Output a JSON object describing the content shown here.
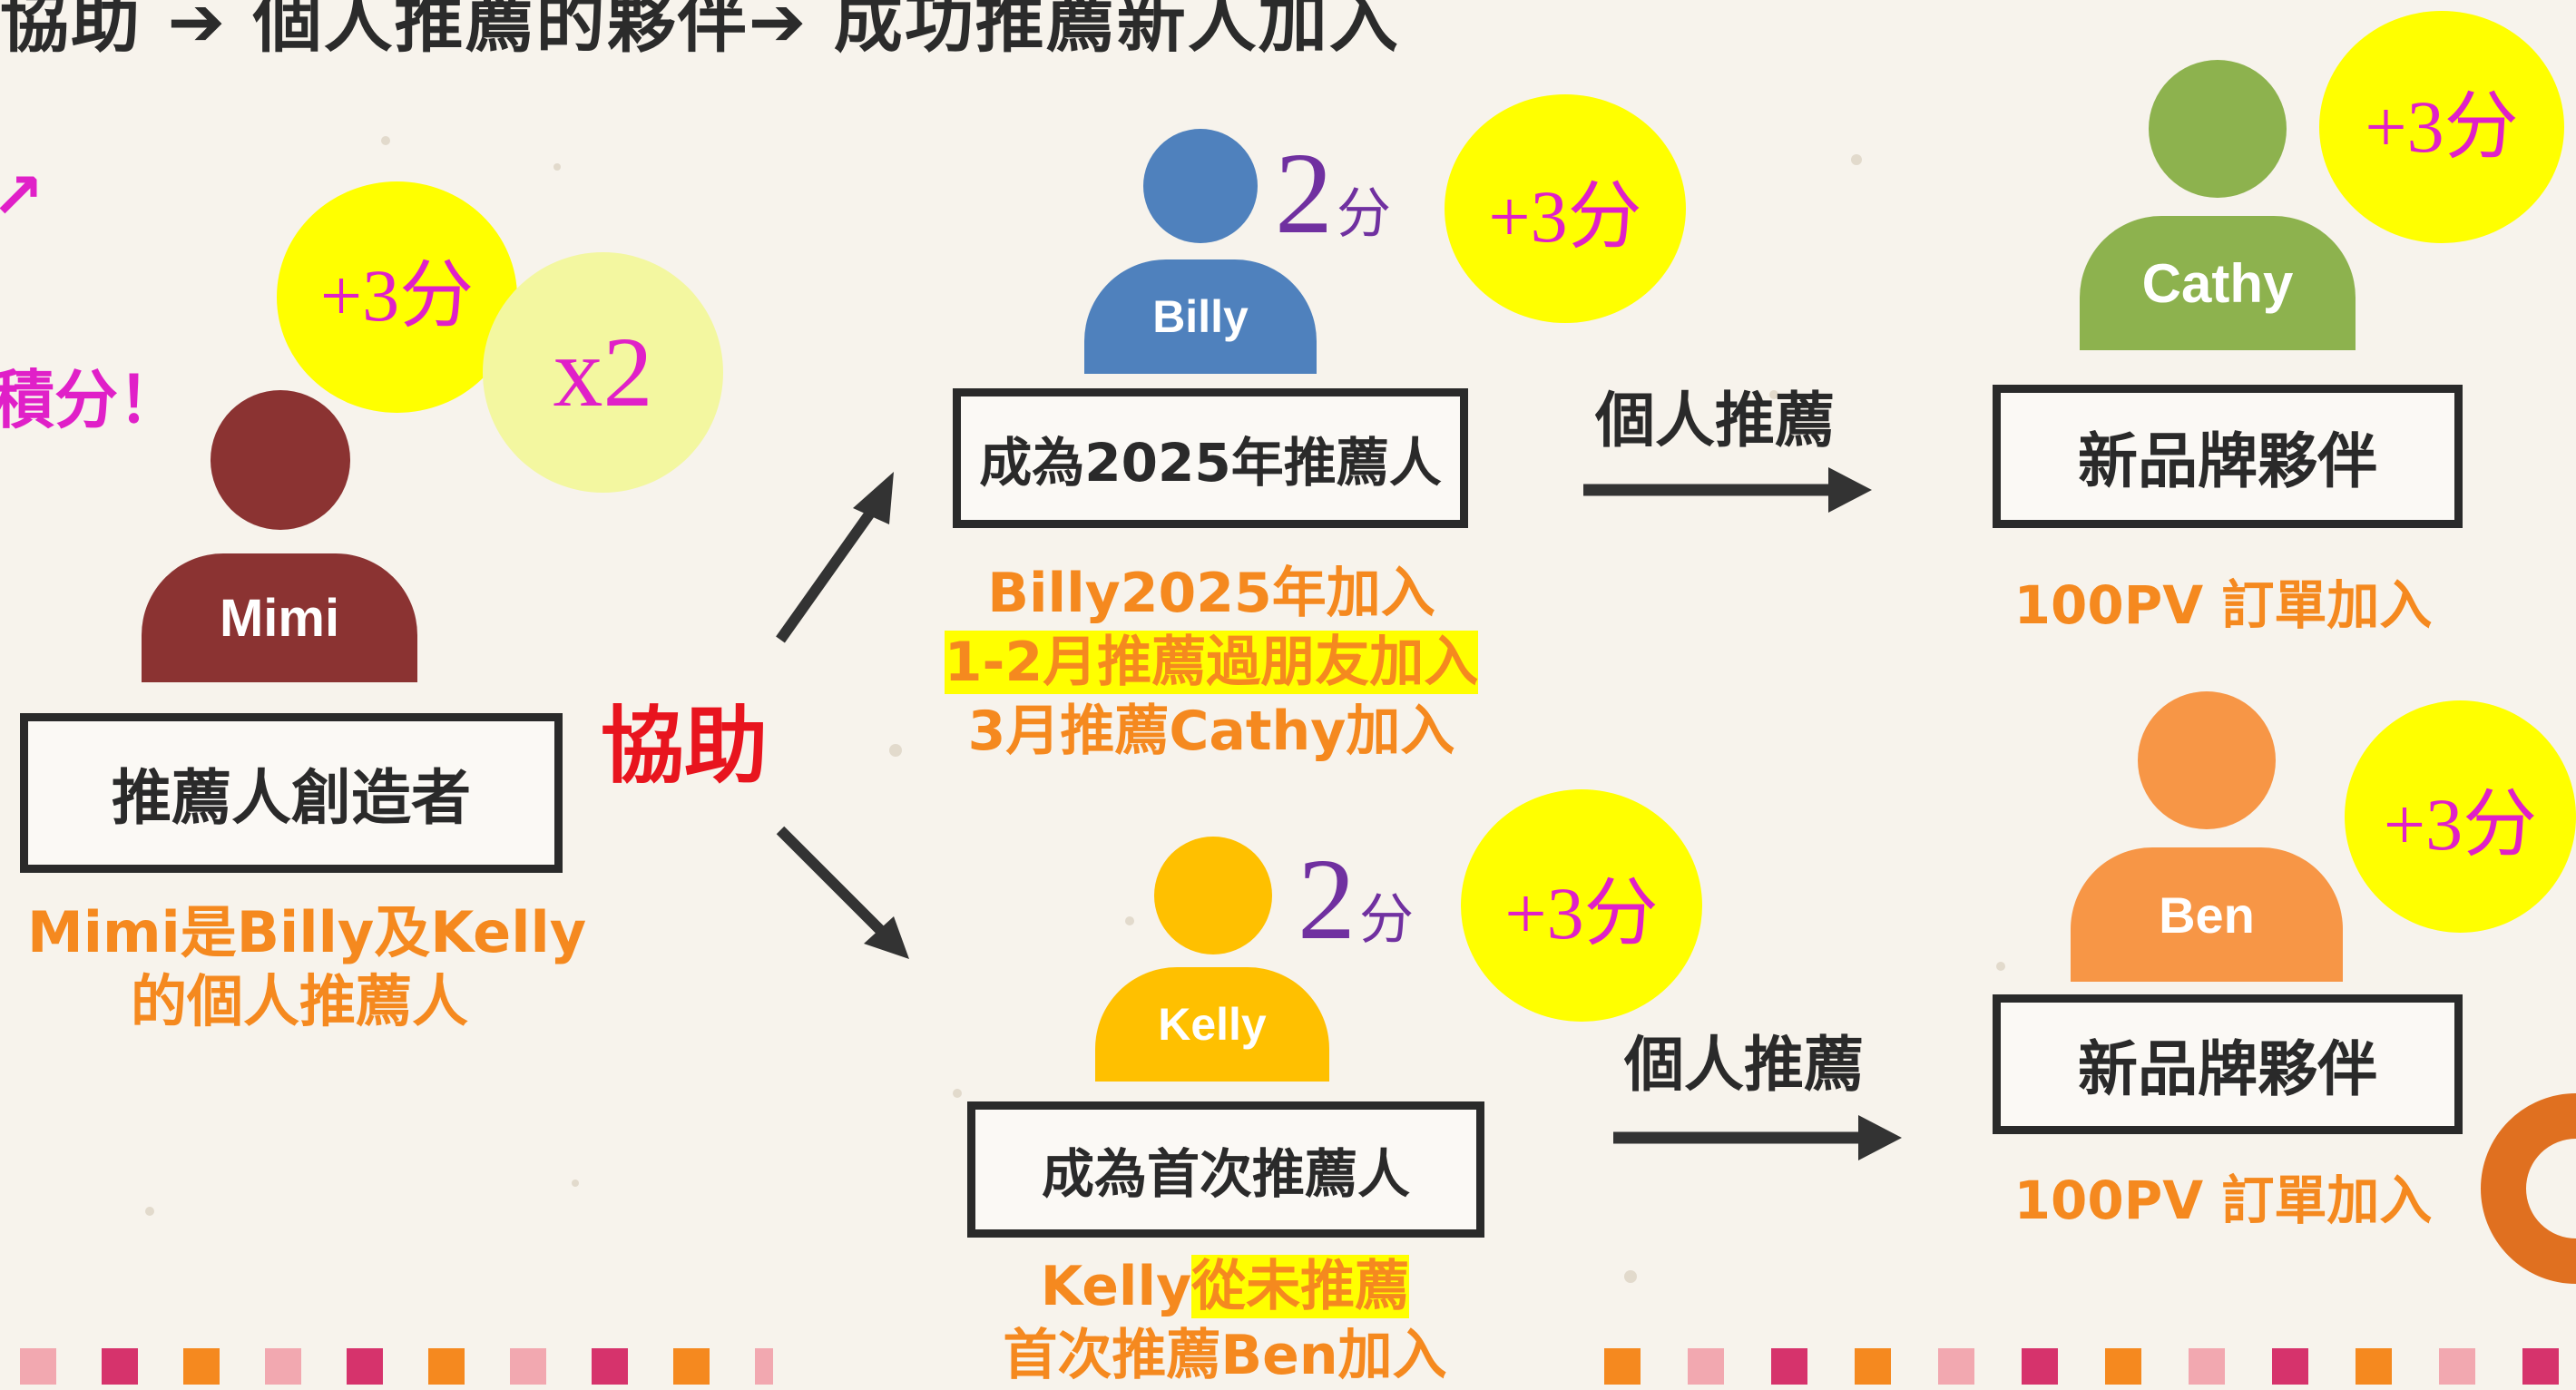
{
  "header": {
    "title": "協助 ➔ 個人推薦的夥伴➔ 成功推薦新人加入"
  },
  "side": {
    "arrow": "↗",
    "note": "積分！"
  },
  "colors": {
    "mimi": "#8b3332",
    "billy": "#4f81bd",
    "kelly": "#ffc000",
    "cathy": "#8db24e",
    "ben": "#f79646",
    "orange": "#f5891f",
    "yellow": "#ffff00",
    "pale_yellow": "#f3f7a0",
    "purple": "#7030a0",
    "pink": "#e020c8",
    "red": "#e8141e"
  },
  "mimi": {
    "name": "Mimi",
    "bonus": "+3分",
    "multiplier": "x2",
    "role": "推薦人創造者",
    "note_line1": "Mimi是Billy及Kelly",
    "note_line2": "的個人推薦人"
  },
  "assist_label": "協助",
  "billy": {
    "name": "Billy",
    "score_num": "2",
    "score_unit": "分",
    "bonus": "+3分",
    "role": "成為2025年推薦人",
    "note_line1": "Billy2025年加入",
    "note_line2": "1-2月推薦過朋友加入",
    "note_line3": "3月推薦Cathy加入"
  },
  "kelly": {
    "name": "Kelly",
    "score_num": "2",
    "score_unit": "分",
    "bonus": "+3分",
    "role": "成為首次推薦人",
    "note_line1a": "Kelly",
    "note_line1b": "從未推薦",
    "note_line2": "首次推薦Ben加入"
  },
  "referral_label_top": "個人推薦",
  "referral_label_bottom": "個人推薦",
  "cathy": {
    "name": "Cathy",
    "bonus": "+3分",
    "role": "新品牌夥伴",
    "note": "100PV 訂單加入"
  },
  "ben": {
    "name": "Ben",
    "bonus": "+3分",
    "role": "新品牌夥伴",
    "note": "100PV 訂單加入"
  }
}
